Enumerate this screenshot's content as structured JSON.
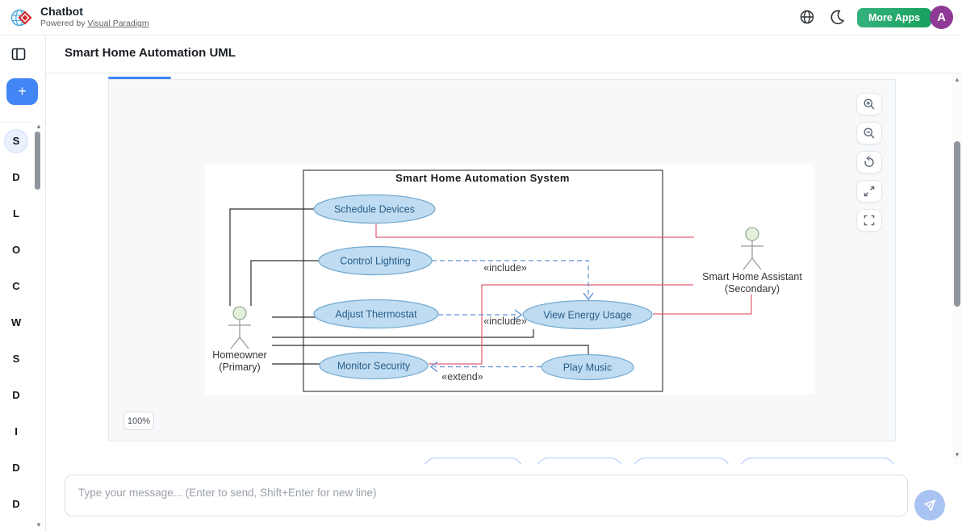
{
  "header": {
    "app_title": "Chatbot",
    "powered_by": "Powered by",
    "powered_by_link": "Visual Paradigm",
    "more_apps_label": "More Apps",
    "avatar_initial": "A"
  },
  "sidebar": {
    "new_chat_label": "+",
    "conversations": [
      {
        "label": "S",
        "selected": true
      },
      {
        "label": "D"
      },
      {
        "label": "L"
      },
      {
        "label": "O"
      },
      {
        "label": "C"
      },
      {
        "label": "W"
      },
      {
        "label": "S"
      },
      {
        "label": "D"
      },
      {
        "label": "I"
      },
      {
        "label": "D"
      },
      {
        "label": "D"
      }
    ]
  },
  "page": {
    "title": "Smart Home Automation UML"
  },
  "viewer": {
    "zoom_level": "100%"
  },
  "diagram": {
    "system_title": "Smart Home Automation System",
    "use_cases": [
      {
        "label": "Schedule Devices"
      },
      {
        "label": "Control Lighting"
      },
      {
        "label": "Adjust Thermostat"
      },
      {
        "label": "Monitor Security"
      },
      {
        "label": "View Energy Usage"
      },
      {
        "label": "Play Music"
      }
    ],
    "actors": [
      {
        "name": "Homeowner",
        "role": "(Primary)"
      },
      {
        "name": "Smart Home Assistant",
        "role": "(Secondary)"
      }
    ],
    "labels": {
      "include_top": "«include»",
      "include_mid": "«include»",
      "extend": "«extend»"
    }
  },
  "composer": {
    "placeholder": "Type your message... (Enter to send, Shift+Enter for new line)"
  },
  "icons": {
    "scroll_up": "▲",
    "scroll_down": "▼"
  },
  "colors": {
    "accent_blue": "#4285f4",
    "more_apps_green_start": "#35b27d",
    "more_apps_green_end": "#17a05e",
    "avatar_purple": "#8e3a96",
    "usecase_fill": "#bfdcf2",
    "usecase_border": "#74aad0",
    "association_black": "#2e2e2e",
    "dependency_blue": "#5c90d6",
    "actor_link_red": "#e25f75",
    "actor_head_green": "#e3f0dc"
  }
}
